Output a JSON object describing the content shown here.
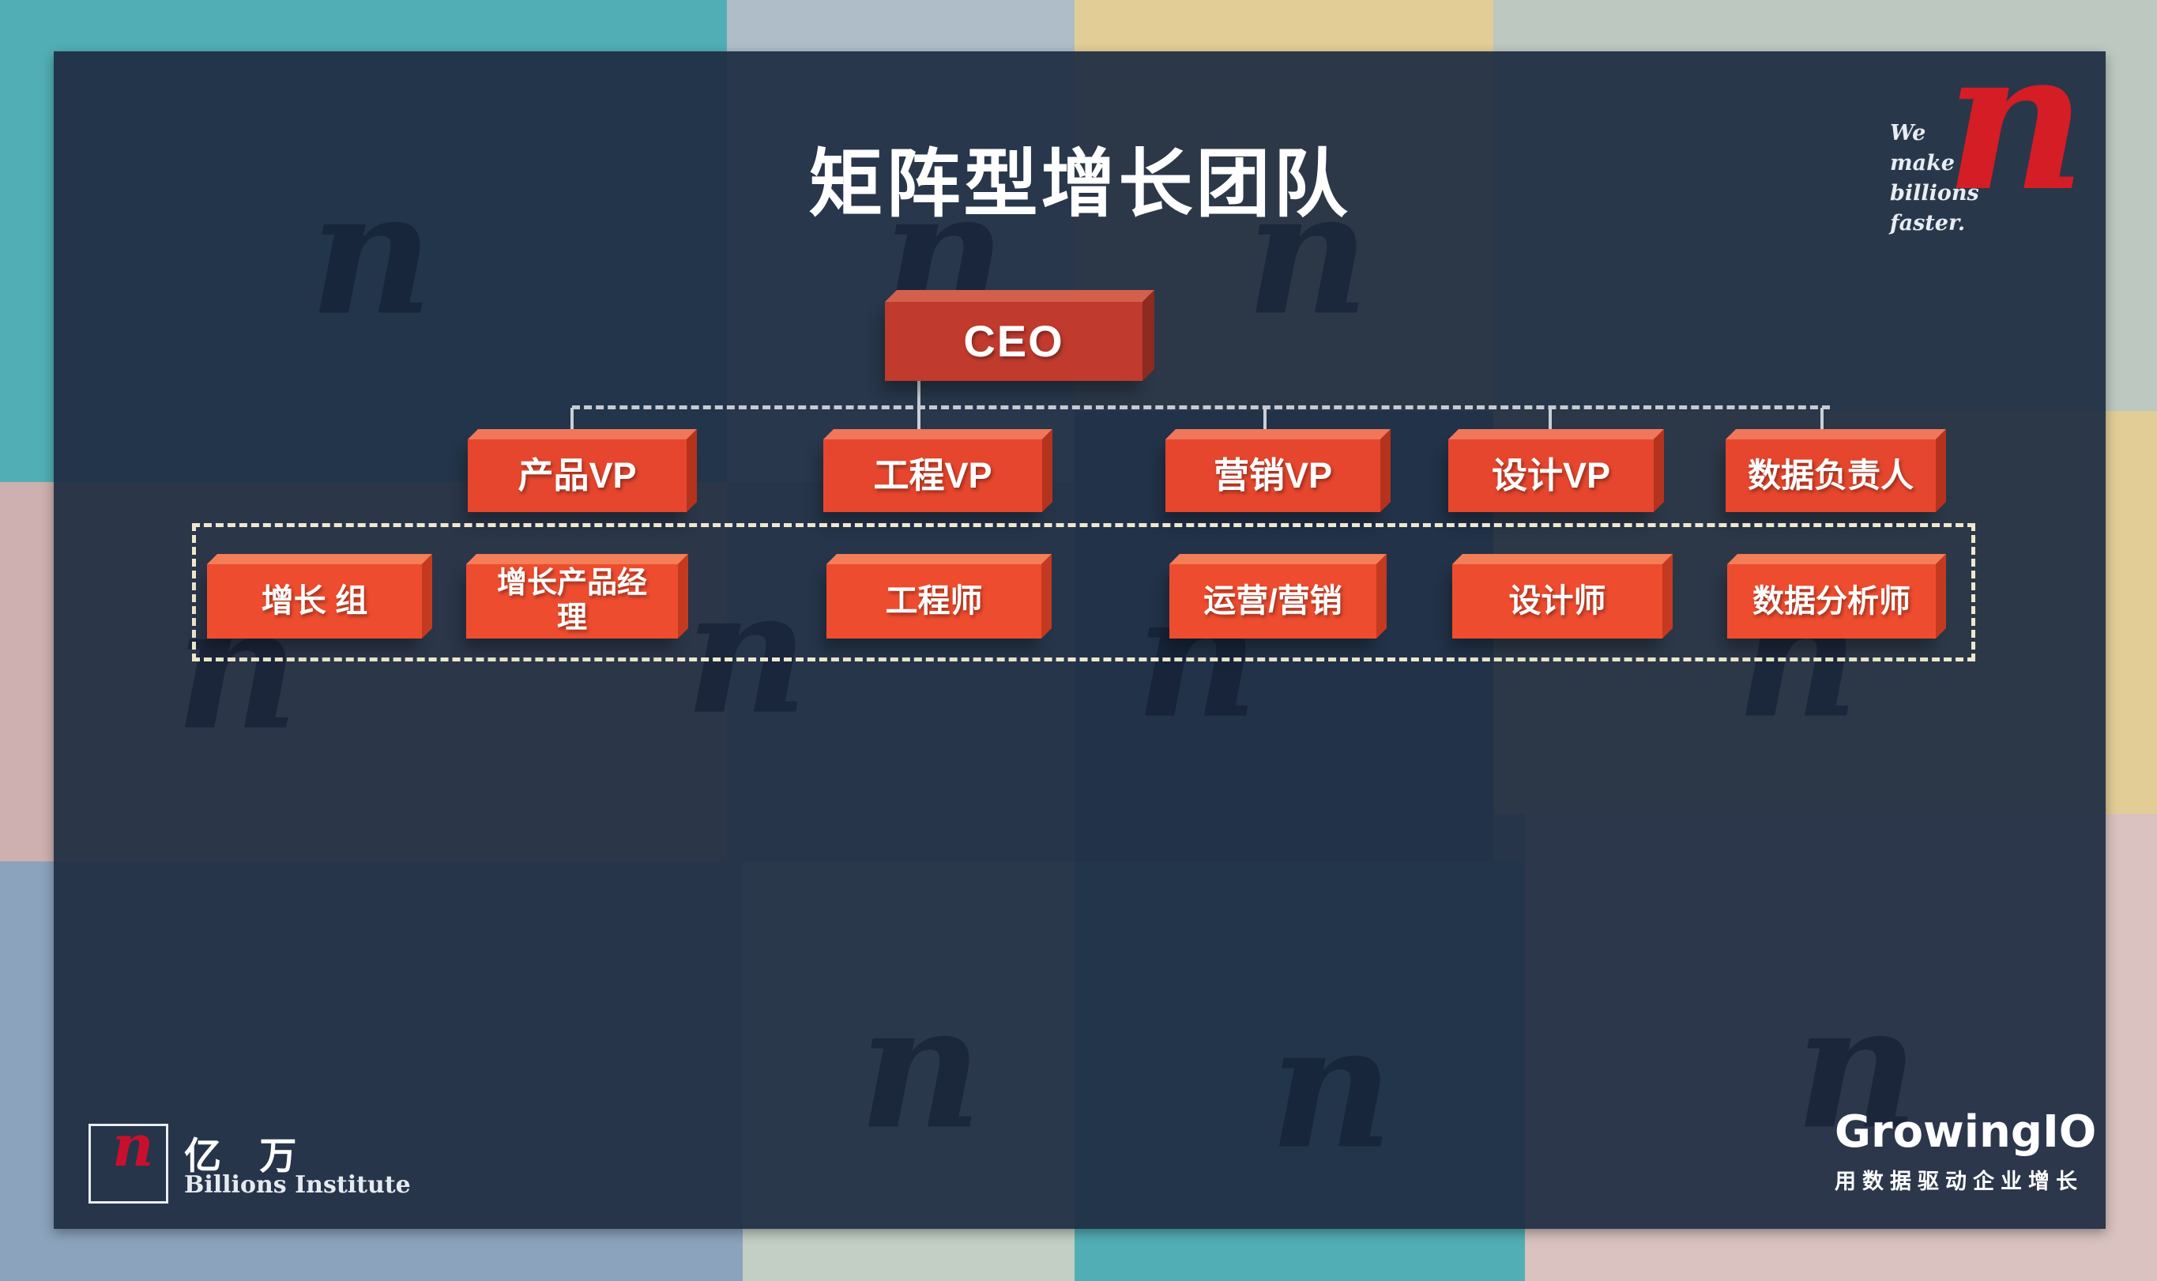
{
  "palette": {
    "slide_navy": "#24384e",
    "ceo_red": "#c03a2e",
    "box_orange": "#e94b2f",
    "dash_cream": "#efe8ce",
    "connector_gray": "#c6cbd2",
    "accent_red": "#d41d24",
    "tile_teal": "#52aeb5",
    "tile_bluegray": "#aebdc8",
    "tile_sand": "#e3cd97",
    "tile_sage": "#bcc8c0",
    "tile_pink": "#cdb0af",
    "tile_slate": "#8ba3bc"
  },
  "title": "矩阵型增长团队",
  "tagline": {
    "lines": [
      "We",
      "make",
      "billions",
      "faster."
    ],
    "glyph": "n"
  },
  "org": {
    "ceo": "CEO",
    "vps": [
      "产品VP",
      "工程VP",
      "营销VP",
      "设计VP",
      "数据负责人"
    ],
    "roles": [
      "增长 组",
      "增长产品经理",
      "工程师",
      "运营/营销",
      "设计师",
      "数据分析师"
    ]
  },
  "watermark": {
    "glyph": "n"
  },
  "footer": {
    "left": {
      "glyph": "n",
      "name_cn": "亿 万",
      "name_en": "Billions Institute"
    },
    "right": {
      "brand": "GrowingIO",
      "slogan": "用数据驱动企业增长"
    }
  }
}
